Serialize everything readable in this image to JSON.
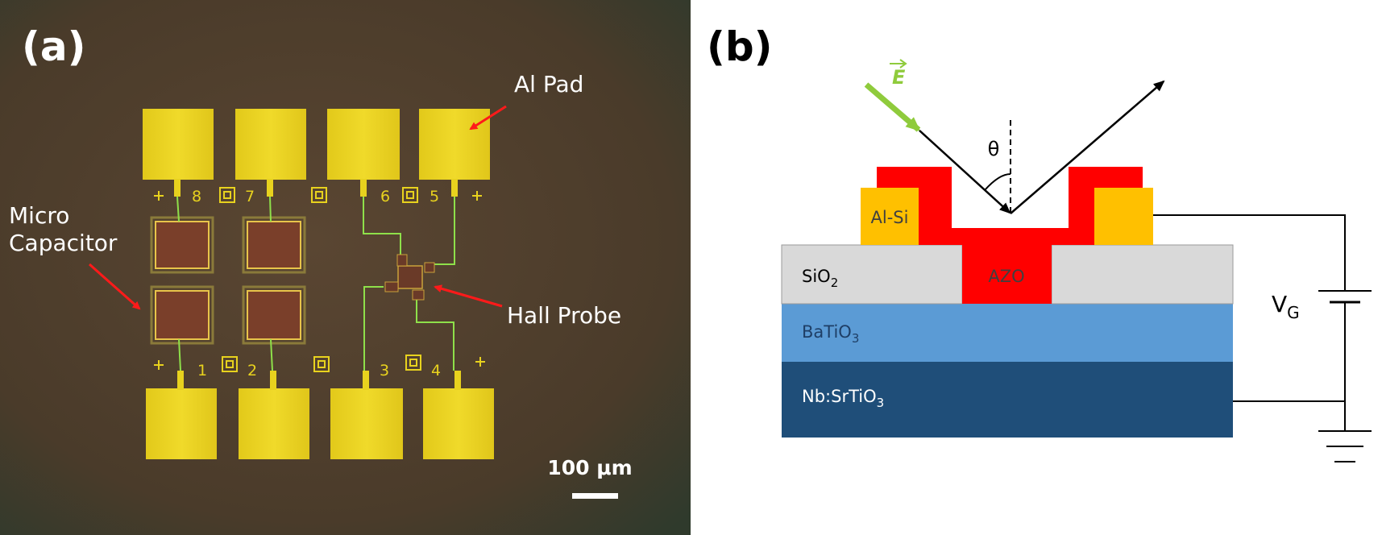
{
  "panel_a": {
    "label": "(a)",
    "annotations": {
      "al_pad": "Al Pad",
      "micro_capacitor_line1": "Micro",
      "micro_capacitor_line2": "Capacitor",
      "hall_probe": "Hall Probe"
    },
    "pad_numbers_top": [
      "8",
      "7",
      "6",
      "5"
    ],
    "pad_numbers_bottom": [
      "1",
      "2",
      "3",
      "4"
    ],
    "scale_bar": "100 μm",
    "colors": {
      "background": "#4a3a2a",
      "pad": "#e8d21e",
      "capacitor": "#7a3f2a",
      "arrow": "#ff1a1a",
      "text": "#ffffff"
    }
  },
  "panel_b": {
    "label": "(b)",
    "field_symbol": "E",
    "angle_symbol": "θ",
    "layers": {
      "al_si": "Al-Si",
      "sio2_main": "SiO",
      "sio2_sub": "2",
      "azo": "AZO",
      "batio3_main": "BaTiO",
      "batio3_sub": "3",
      "nbsto_main": "Nb:SrTiO",
      "nbsto_sub": "3"
    },
    "gate_main": "V",
    "gate_sub": "G",
    "colors": {
      "azo": "#ff0000",
      "al_si": "#ffc000",
      "sio2": "#d9d9d9",
      "batio3": "#5b9bd5",
      "nbsto": "#1f4e79",
      "field_arrow": "#8fcb3c"
    }
  }
}
